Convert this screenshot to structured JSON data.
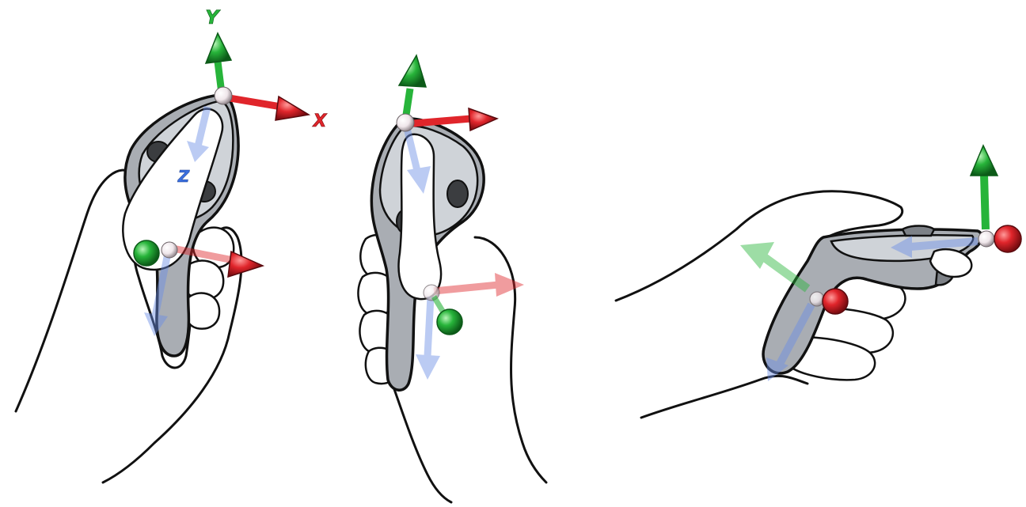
{
  "axis_labels": {
    "y": "Y",
    "x": "X",
    "z": "Z"
  },
  "colors": {
    "x_axis": "#e0252b",
    "y_axis": "#27b43a",
    "z_axis": "#4a7de0",
    "origin_sphere": "#efe6ea",
    "controller_body": "#a9adb3",
    "controller_face": "#cfd3d8"
  },
  "figures": [
    {
      "name": "controller-held-upright-front"
    },
    {
      "name": "controller-held-upright-angled"
    },
    {
      "name": "controller-held-pistol-grip"
    }
  ]
}
